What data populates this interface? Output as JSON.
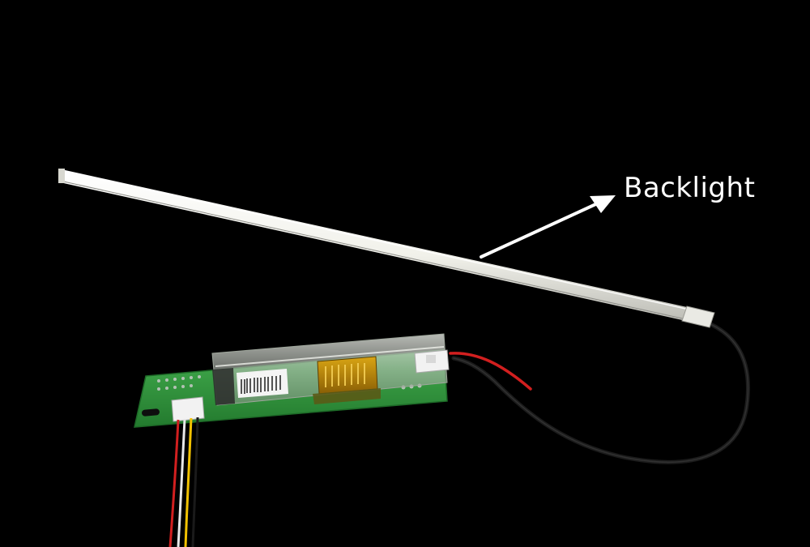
{
  "callout": {
    "label": "Backlight",
    "color": "#ffffff"
  },
  "colors": {
    "background": "#000000",
    "pcb_green": "#2f9a3c",
    "wire_black": "#1a1a1a",
    "wire_red": "#d21f1f",
    "wire_yellow": "#f2c200",
    "wire_white": "#e8e8e8",
    "tube": "#f3f3ee"
  },
  "components": [
    {
      "name": "backlight-tube"
    },
    {
      "name": "inverter-board"
    },
    {
      "name": "connector-cable"
    }
  ]
}
